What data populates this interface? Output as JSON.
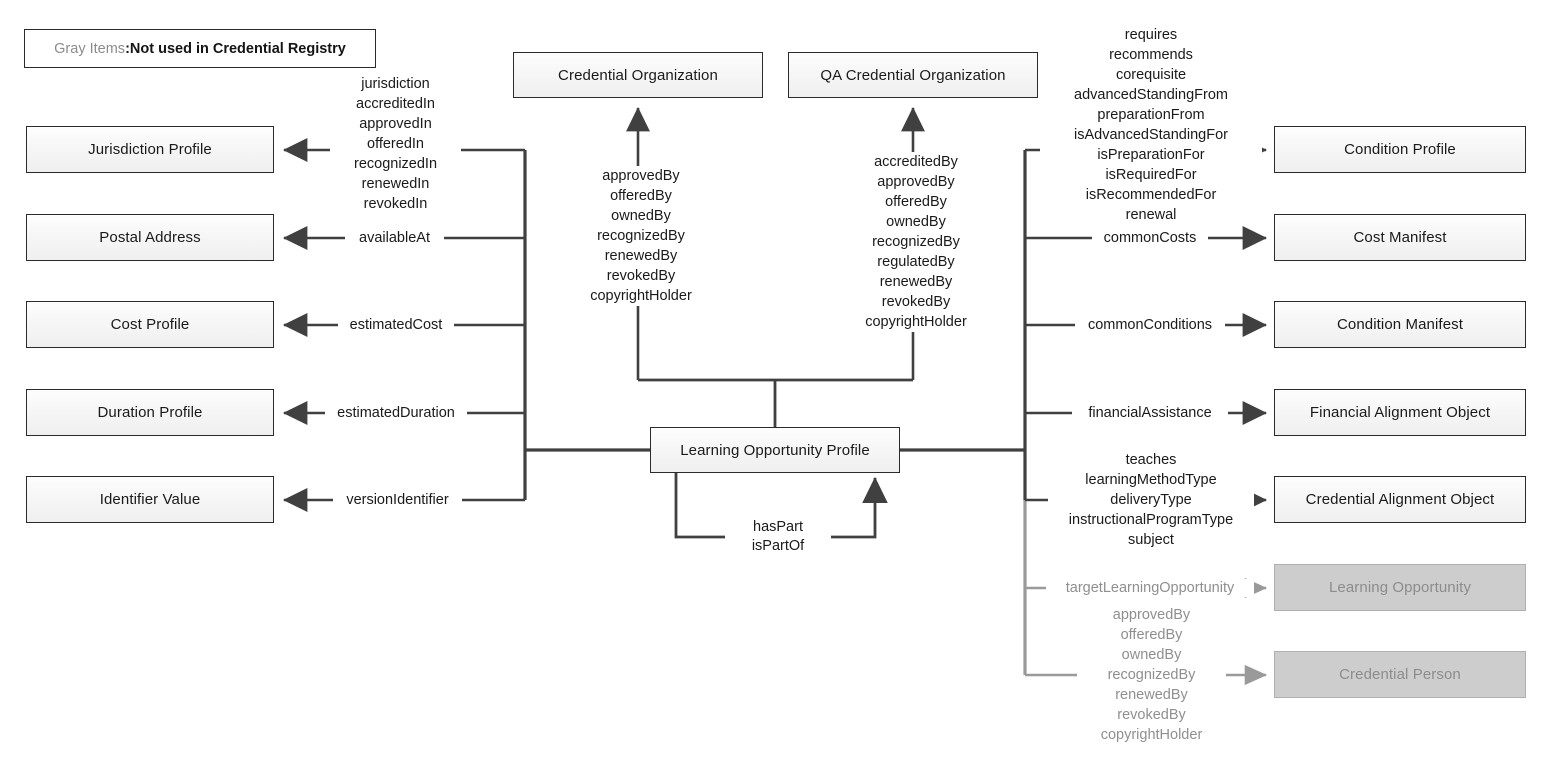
{
  "diagram": {
    "title": "Learning Opportunity Profile relationships",
    "colors": {
      "line_dark": "#404040",
      "line_gray": "#9a9a9a",
      "node_border": "#2b2b2b",
      "node_fill_top": "#fdfdfd",
      "node_fill_bottom": "#efefef",
      "gray_node_fill": "#cdcdcd",
      "gray_text": "#8f8f8f",
      "text": "#1a1a1a"
    }
  },
  "legend": {
    "key": "Gray Items",
    "separator": ": ",
    "value": "Not used in Credential Registry"
  },
  "center_node": {
    "label": "Learning Opportunity Profile"
  },
  "left_nodes": [
    {
      "label": "Jurisdiction Profile"
    },
    {
      "label": "Postal Address"
    },
    {
      "label": "Cost Profile"
    },
    {
      "label": "Duration Profile"
    },
    {
      "label": "Identifier Value"
    }
  ],
  "top_nodes": [
    {
      "label": "Credential Organization"
    },
    {
      "label": "QA Credential Organization"
    }
  ],
  "right_nodes": [
    {
      "label": "Condition Profile",
      "gray": false
    },
    {
      "label": "Cost Manifest",
      "gray": false
    },
    {
      "label": "Condition Manifest",
      "gray": false
    },
    {
      "label": "Financial Alignment Object",
      "gray": false
    },
    {
      "label": "Credential Alignment Object",
      "gray": false
    },
    {
      "label": "Learning Opportunity",
      "gray": true
    },
    {
      "label": "Credential Person",
      "gray": true
    }
  ],
  "edge_labels": {
    "jurisdiction_profile": [
      "jurisdiction",
      "accreditedIn",
      "approvedIn",
      "offeredIn",
      "recognizedIn",
      "renewedIn",
      "revokedIn"
    ],
    "postal_address": [
      "availableAt"
    ],
    "cost_profile": [
      "estimatedCost"
    ],
    "duration_profile": [
      "estimatedDuration"
    ],
    "identifier_value": [
      "versionIdentifier"
    ],
    "credential_organization": [
      "approvedBy",
      "offeredBy",
      "ownedBy",
      "recognizedBy",
      "renewedBy",
      "revokedBy",
      "copyrightHolder"
    ],
    "qa_credential_organization": [
      "accreditedBy",
      "approvedBy",
      "offeredBy",
      "ownedBy",
      "recognizedBy",
      "regulatedBy",
      "renewedBy",
      "revokedBy",
      "copyrightHolder"
    ],
    "condition_profile": [
      "requires",
      "recommends",
      "corequisite",
      "advancedStandingFrom",
      "preparationFrom",
      "isAdvancedStandingFor",
      "isPreparationFor",
      "isRequiredFor",
      "isRecommendedFor",
      "renewal"
    ],
    "cost_manifest": [
      "commonCosts"
    ],
    "condition_manifest": [
      "commonConditions"
    ],
    "financial_alignment_object": [
      "financialAssistance"
    ],
    "credential_alignment_object": [
      "teaches",
      "learningMethodType",
      "deliveryType",
      "instructionalProgramType",
      "subject"
    ],
    "learning_opportunity": [
      "targetLearningOpportunity"
    ],
    "credential_person": [
      "approvedBy",
      "offeredBy",
      "ownedBy",
      "recognizedBy",
      "renewedBy",
      "revokedBy",
      "copyrightHolder"
    ],
    "self_loop": [
      "hasPart",
      "isPartOf"
    ]
  }
}
